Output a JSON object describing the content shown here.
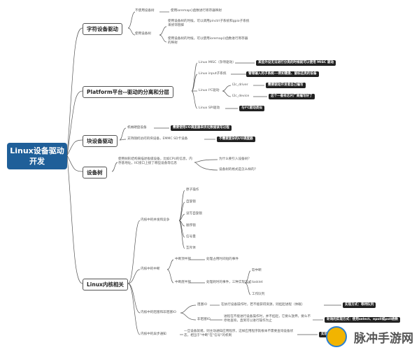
{
  "root": {
    "title": "Linux设备驱动开发"
  },
  "branches": {
    "char": "字符设备驱动",
    "platform": "Platform平台--驱动的分离和分层",
    "block": "块设备驱动",
    "devtree": "设备树",
    "kernel": "Linux内核相关"
  },
  "char": {
    "no_dt": "不使用设备树",
    "no_dt_1": "使用ioremap()函数进行寄存器映射",
    "use_dt": "使用设备树",
    "use_dt_1": "使用设备树的时候，可以调用pinctrl子系统和gpio子系统来修饰管脚",
    "use_dt_2": "使用设备树的时候，可以使用ioremap()函数进行寄存器的映射"
  },
  "platform": {
    "misc": "Linux MISC（杂项驱动）",
    "misc_note": "某些外设无法进行分类的时候就可以使用 MISC 驱动",
    "input": "Linux input子系统",
    "input_note": "管理输入的子系统---例如键盘、鼠标这类的设备",
    "i2c": "Linux I²C驱动",
    "i2c_driver": "I2c_driver",
    "i2c_driver_note": "需要驱动开发者自己编写",
    "i2c_device": "I2c_device",
    "i2c_device_note": "这个一般有芯片厂商编写好了",
    "spi": "Linux SPI驱动",
    "spi_note": "与I²C驱动类似"
  },
  "block": {
    "mech": "机械硬盘设备",
    "mech_note": "需要使用I/O调度器来优化数据读写过程",
    "random": "支持随机访问的块设备，EMMC SD卡设备",
    "random_note": "不需要复杂的I/O调度器"
  },
  "devtree": {
    "desc": "使用树形结构来描述板级设备，比如CPU的信息，内存基地址，IIC接口上接了哪些设备等信息",
    "why": "为什么要引入设备树？",
    "rule": "设备树的格式是怎么样的？"
  },
  "kernel": {
    "concurrency": "内核中的并发和竞争",
    "c_items": [
      "原子操作",
      "自旋锁",
      "读写自旋锁",
      "顺序锁",
      "信号量",
      "互斥体"
    ],
    "interrupt": "内核中的中断",
    "top_half": "中断顶半部",
    "top_half_note": "处理占用时间短的事件",
    "bottom_half": "中断底半部",
    "bottom_half_note": "处理耗时的事件，三种实现方式",
    "bh_items": [
      "软中断",
      "tasklet",
      "工作队列"
    ],
    "io": "内核中的阻塞和非阻塞IO",
    "blocking": "阻塞IO",
    "blocking_note": "在执行设备操作时，若不能获得资源，则挂起进程（休眠）",
    "blocking_impl": "实现方式：等待队列",
    "nonblocking": "非阻塞IO",
    "nonblocking_note": "进程在不能进行设备操作时，并不挂起，它要么放弃，要么不停地查询，直到可以进行操作为止",
    "nonblocking_impl": "轮询的实现方式：使用select、epoll或poll函数",
    "async": "内核中的异步通知",
    "async_note": "一旦设备就绪，则主动通知应用程序，这样应用程序就根本不需要查询设备状态，相当于\"中断\"在\"信号\"的机制",
    "async_impl": "实现方式：信号"
  },
  "watermark": {
    "text": "脉冲手游网"
  },
  "colors": {
    "root_bg": "#1f5f99",
    "line": "#555555",
    "note_bg": "#222222"
  }
}
